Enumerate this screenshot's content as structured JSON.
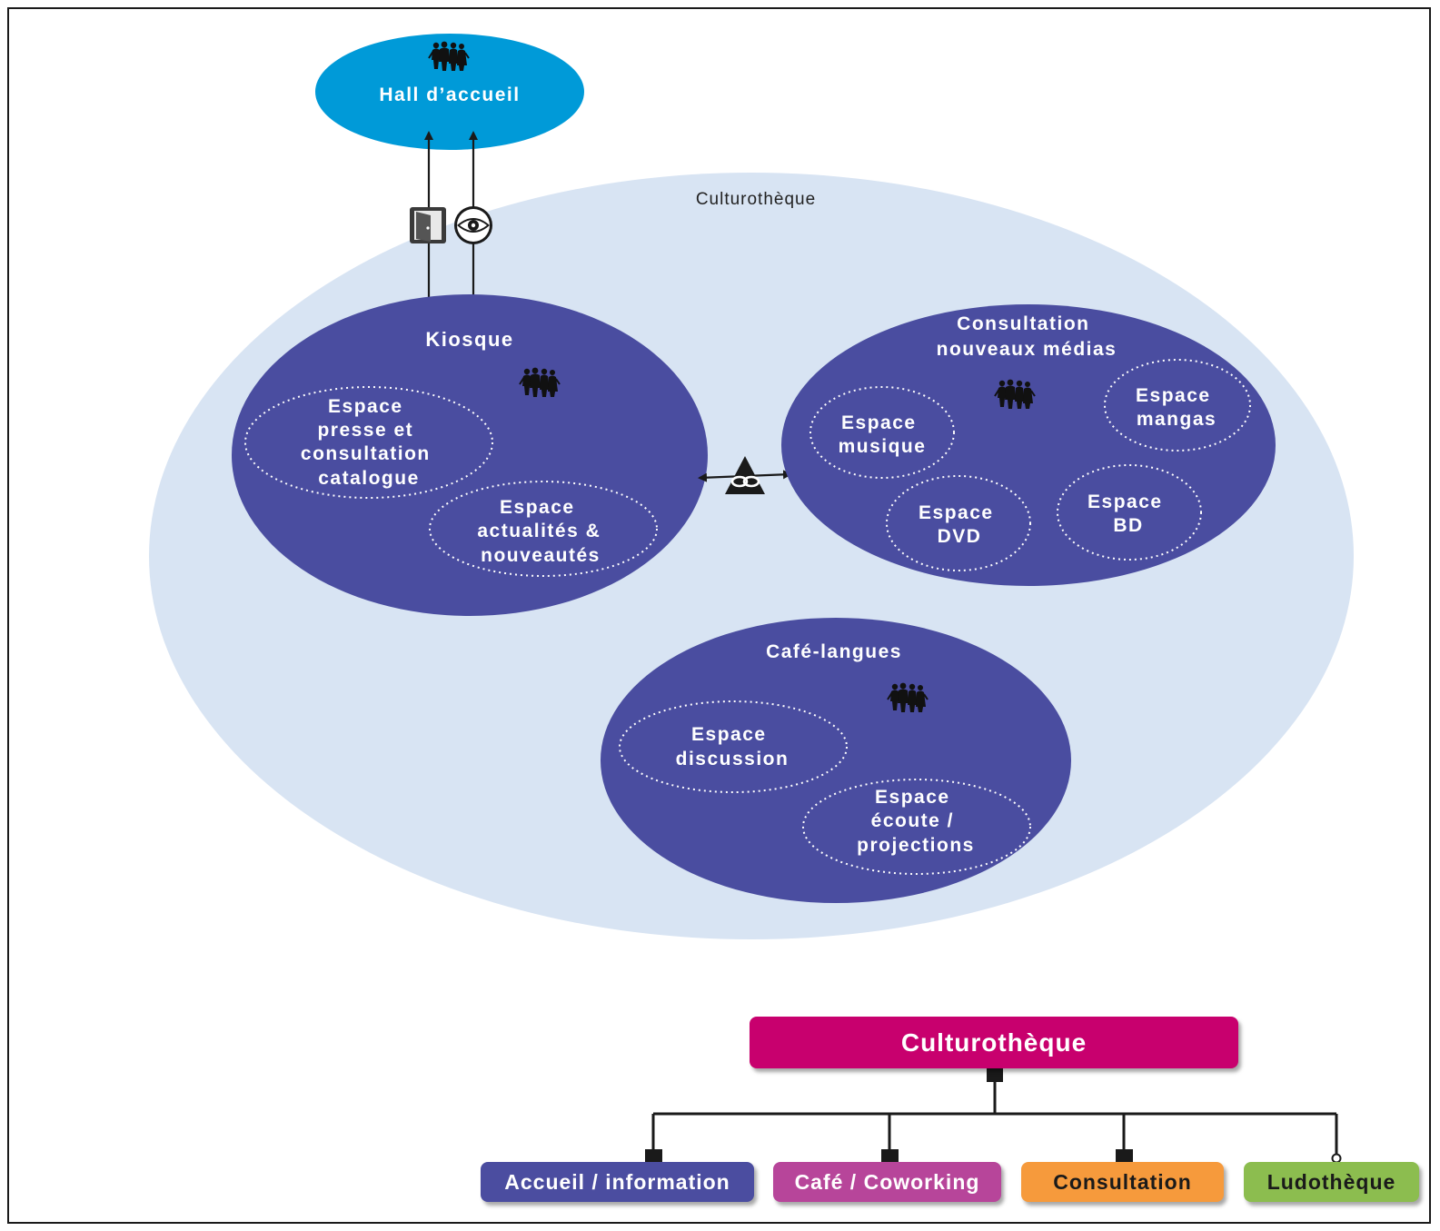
{
  "colors": {
    "hall": "#009ad8",
    "zone": "#d8e4f3",
    "space": "#4a4da0",
    "root": "#c8006e",
    "accueil": "#4b4da0",
    "cafe": "#b7459a",
    "consultation": "#f69a3c",
    "ludotheque": "#8cbd4f"
  },
  "hall": {
    "label": "Hall d’accueil",
    "icon": "people-icon"
  },
  "zone": {
    "label": "Culturothèque"
  },
  "kiosque": {
    "title": "Kiosque",
    "icon": "people-icon",
    "sub1": [
      "Espace",
      "presse et",
      "consultation",
      "catalogue"
    ],
    "sub2": [
      "Espace",
      "actualités &",
      "nouveautés"
    ]
  },
  "medias": {
    "title": [
      "Consultation",
      "nouveaux médias"
    ],
    "icon": "people-icon",
    "musique": [
      "Espace",
      "musique"
    ],
    "mangas": [
      "Espace",
      "mangas"
    ],
    "dvd": [
      "Espace",
      "DVD"
    ],
    "bd": [
      "Espace",
      "BD"
    ]
  },
  "cafe": {
    "title": "Café-langues",
    "icon": "people-icon",
    "discussion": [
      "Espace",
      "discussion"
    ],
    "ecoute": [
      "Espace",
      "écoute /",
      "projections"
    ]
  },
  "links": {
    "door_icon": "door-icon",
    "eye_icon": "eye-icon",
    "link_icon": "chain-link-icon"
  },
  "org": {
    "root": "Culturothèque",
    "children": [
      "Accueil / information",
      "Café / Coworking",
      "Consultation",
      "Ludothèque"
    ]
  }
}
